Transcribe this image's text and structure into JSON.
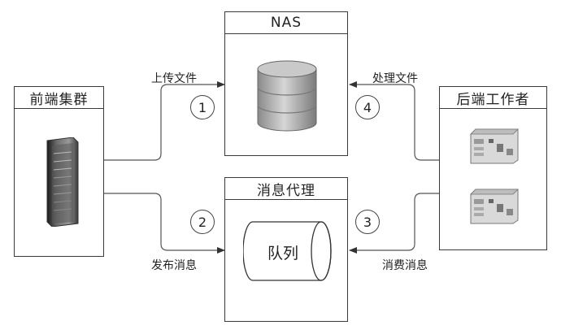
{
  "boxes": {
    "nas": "NAS",
    "frontend": "前端集群",
    "broker": "消息代理",
    "workers": "后端工作者"
  },
  "queue_label": "队列",
  "edges": {
    "upload": "上传文件",
    "publish": "发布消息",
    "process": "处理文件",
    "consume": "消费消息"
  },
  "steps": [
    "1",
    "2",
    "3",
    "4"
  ],
  "icons": {
    "nas": "database-icon",
    "frontend": "server-tower-icon",
    "workers": "server-unit-icon",
    "queue": "queue-cylinder-icon"
  }
}
